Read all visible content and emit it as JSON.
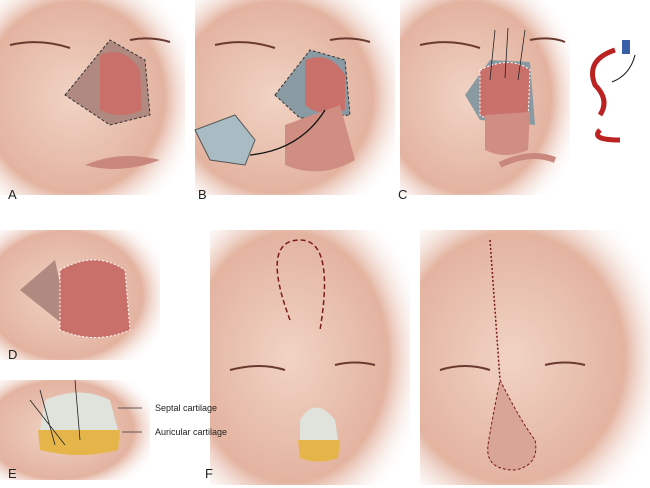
{
  "panels": {
    "a": "A",
    "b": "B",
    "c": "C",
    "d": "D",
    "e": "E",
    "f": "F"
  },
  "annotations": {
    "septal": "Septal cartilage",
    "auricular": "Auricular cartilage"
  },
  "colors": {
    "skin": "#e9c2b0",
    "skin_dark": "#cf9a86",
    "flap": "#c9706a",
    "graft": "#a9bcc4",
    "cartilage": "#e5b54a",
    "septal": "#dfe3dc",
    "suture": "#7a1a1a"
  }
}
